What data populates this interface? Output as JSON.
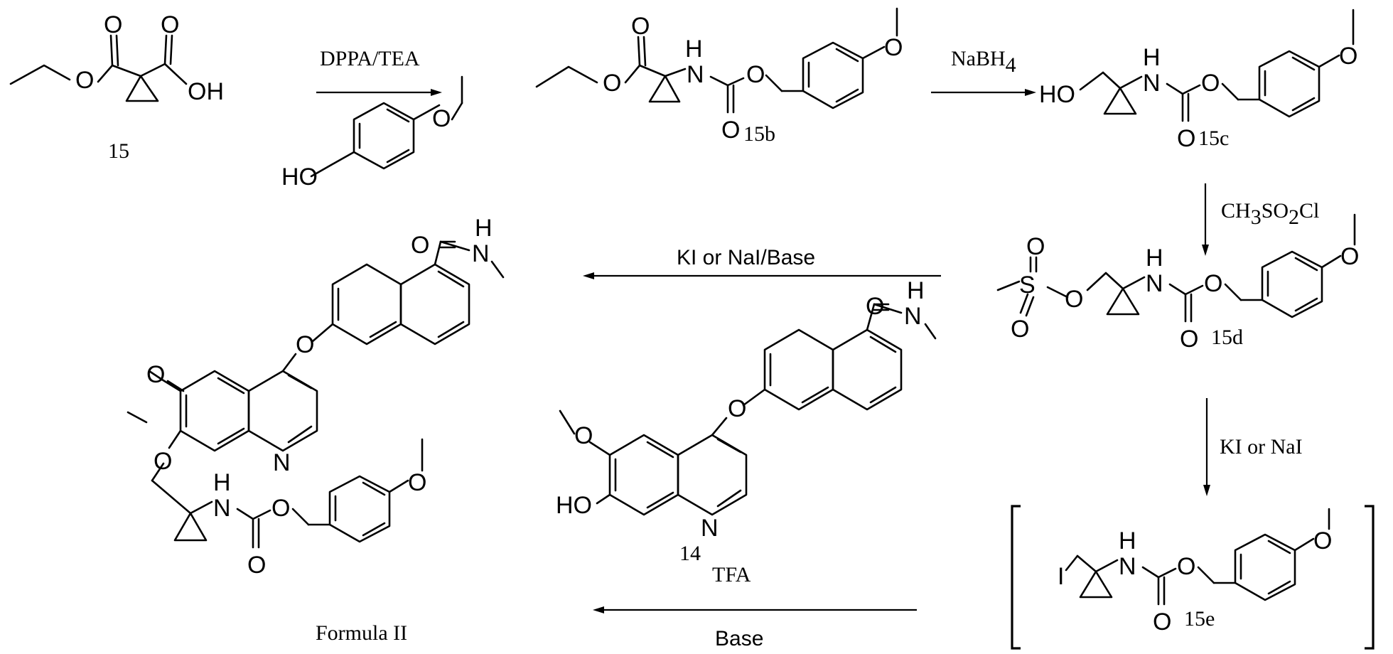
{
  "compounds": {
    "c15": "15",
    "c15b": "15b",
    "c15c": "15c",
    "c15d": "15d",
    "c15e": "15e",
    "c14": "14",
    "c14_salt": "TFA",
    "formula2": "Formula II"
  },
  "reagents": {
    "step1": "DPPA/TEA",
    "step2_main": "NaBH",
    "step2_sub": "4",
    "step3_a": "CH",
    "step3_b": "3",
    "step3_c": "SO",
    "step3_d": "2",
    "step3_e": "Cl",
    "step4": "KI or NaI",
    "step5": "KI or NaI/Base",
    "step6": "Base"
  },
  "atoms": {
    "O": "O",
    "OH": "OH",
    "HO": "HO",
    "H": "H",
    "N": "N",
    "S": "S",
    "I": "I"
  }
}
